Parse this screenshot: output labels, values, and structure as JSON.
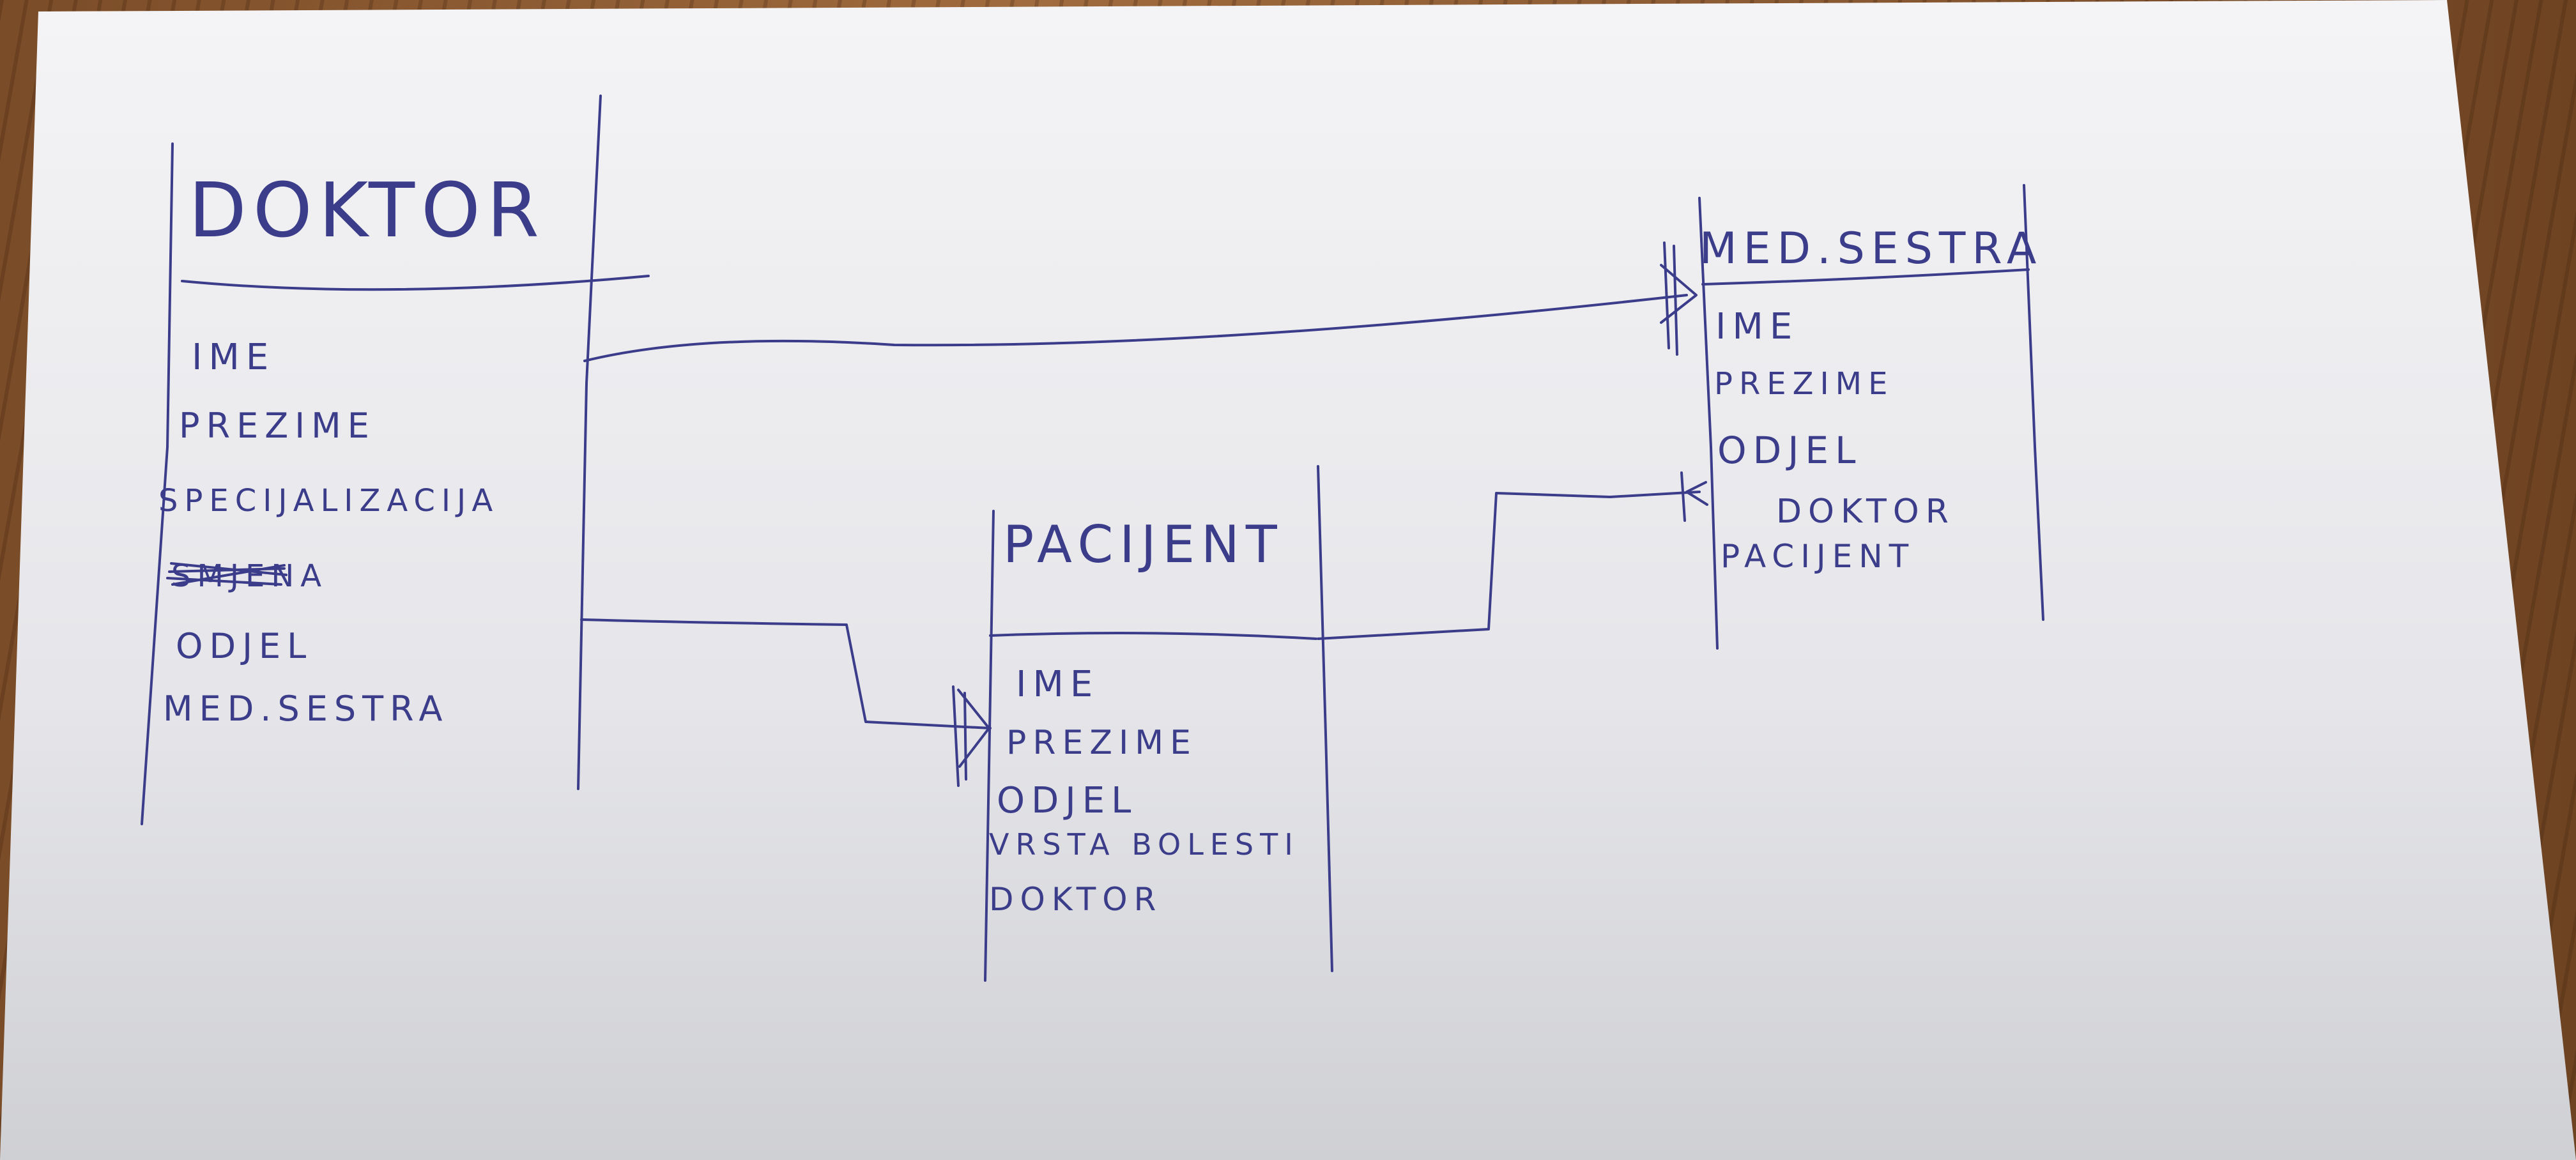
{
  "entities": {
    "doktor": {
      "title": "DOKTOR",
      "attributes": [
        "IME",
        "PREZIME",
        "SPECIJALIZACIJA",
        "SMJENA",
        "ODJEL",
        "MED.SESTRA"
      ]
    },
    "pacijent": {
      "title": "PACIJENT",
      "attributes": [
        "IME",
        "PREZIME",
        "ODJEL",
        "VRSTA BOLESTI",
        "DOKTOR"
      ]
    },
    "med_sestra": {
      "title": "MED.SESTRA",
      "attributes": [
        "IME",
        "PREZIME",
        "ODJEL",
        "DOKTOR",
        "PACIJENT"
      ]
    }
  },
  "colors": {
    "ink": "#3b3c8a",
    "paper": "#f0f0f2",
    "desk": "#8a5a33"
  }
}
